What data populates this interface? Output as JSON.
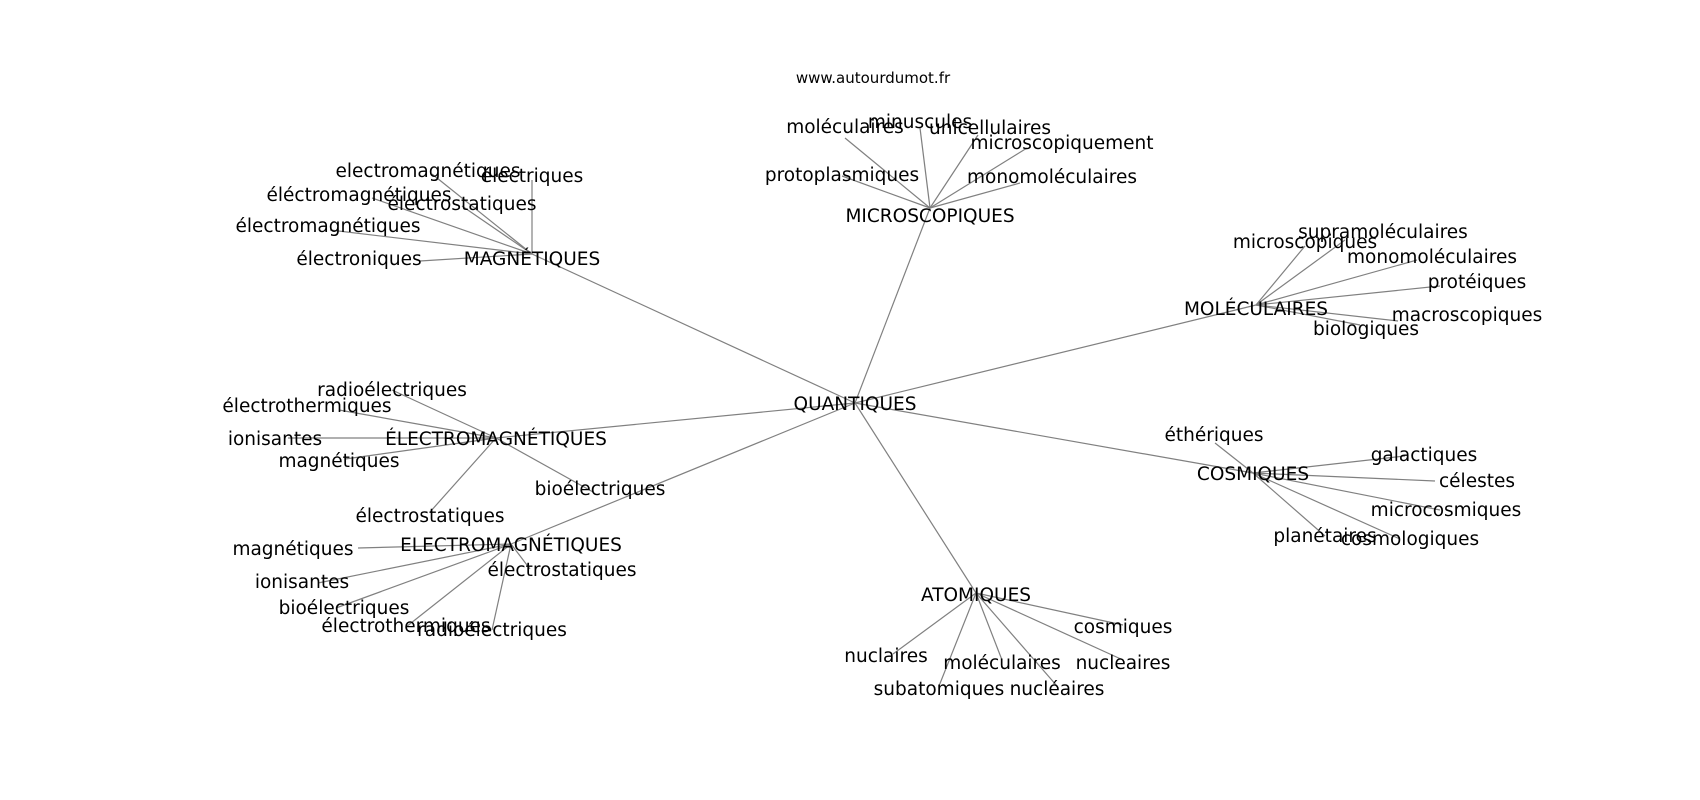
{
  "watermark": "www.autourdumot.fr",
  "colors": {
    "edge": "#808080",
    "text": "#000000",
    "background": "#ffffff"
  },
  "graph": {
    "center": "QUANTIQUES",
    "hubs": [
      {
        "id": "microscopiques",
        "label": "MICROSCOPIQUES",
        "leaves": [
          "moléculaires",
          "minuscules",
          "unicellulaires",
          "microscopiquement",
          "protoplasmiques",
          "monomoléculaires"
        ]
      },
      {
        "id": "magnetiques",
        "label": "MAGNÉTIQUES",
        "leaves": [
          "electromagnétiques",
          "électriques",
          "éléctromagnétiques",
          "électrostatiques",
          "électromagnétiques",
          "électroniques"
        ]
      },
      {
        "id": "moleculaires",
        "label": "MOLÉCULAIRES",
        "leaves": [
          "supramoléculaires",
          "microscopiques",
          "monomoléculaires",
          "protéiques",
          "macroscopiques",
          "biologiques"
        ]
      },
      {
        "id": "electromagnetiques-accent",
        "label": "ÉLECTROMAGNÉTIQUES",
        "leaves": [
          "radioélectriques",
          "électrothermiques",
          "ionisantes",
          "magnétiques",
          "électrostatiques",
          "bioélectriques"
        ]
      },
      {
        "id": "cosmiques",
        "label": "COSMIQUES",
        "leaves": [
          "éthériques",
          "galactiques",
          "célestes",
          "microcosmiques",
          "planétaires",
          "cosmologiques"
        ]
      },
      {
        "id": "electromagnetiques",
        "label": "ELECTROMAGNÉTIQUES",
        "leaves": [
          "magnétiques",
          "électrostatiques",
          "ionisantes",
          "bioélectriques",
          "électrothermiques",
          "radioélectriques"
        ]
      },
      {
        "id": "atomiques",
        "label": "ATOMIQUES",
        "leaves": [
          "cosmiques",
          "nuclaires",
          "moléculaires",
          "nucleaires",
          "subatomiques",
          "nucléaires"
        ]
      }
    ]
  }
}
